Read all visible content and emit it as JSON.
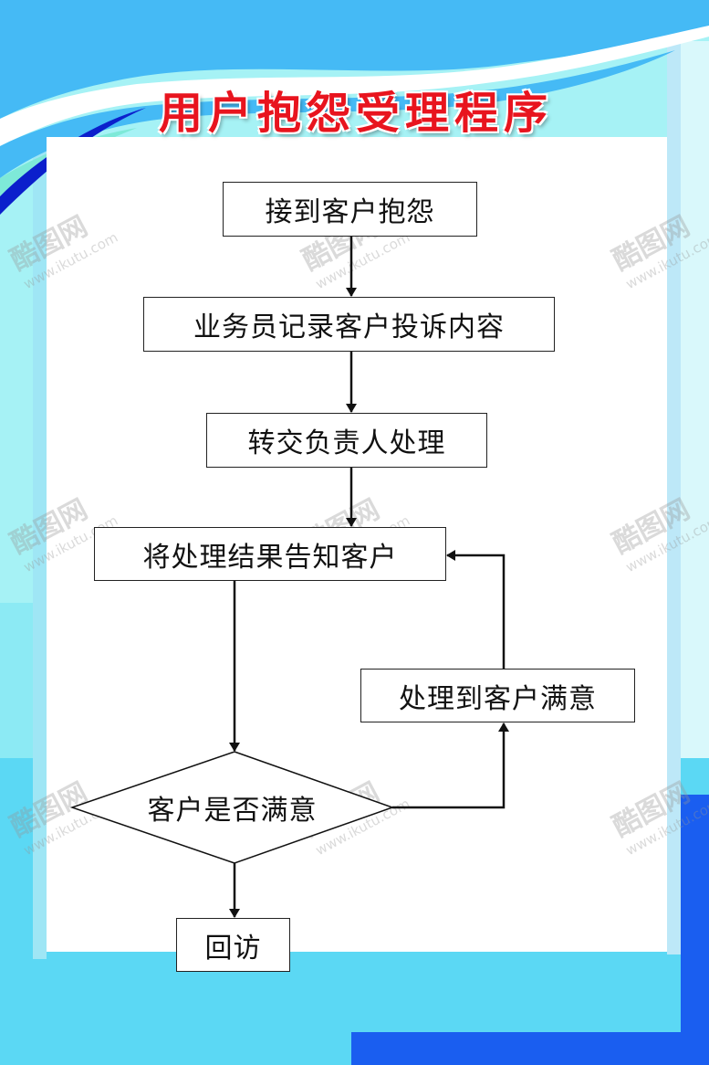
{
  "title": "用户抱怨受理程序",
  "colors": {
    "title_red": "#e8141e",
    "sky_blue": "#45baf5",
    "cyan": "#5bd8f4",
    "deep_blue": "#1a5ef0",
    "navy_arc": "#0b1fcc",
    "line": "#111111"
  },
  "flow": {
    "steps": [
      {
        "id": "s1",
        "label": "接到客户抱怨"
      },
      {
        "id": "s2",
        "label": "业务员记录客户投诉内容"
      },
      {
        "id": "s3",
        "label": "转交负责人处理"
      },
      {
        "id": "s4",
        "label": "将处理结果告知客户"
      },
      {
        "id": "s5",
        "label": "处理到客户满意"
      },
      {
        "id": "s6",
        "label": "回访"
      }
    ],
    "decision": {
      "id": "d1",
      "label": "客户是否满意"
    },
    "edges": [
      {
        "from": "s1",
        "to": "s2"
      },
      {
        "from": "s2",
        "to": "s3"
      },
      {
        "from": "s3",
        "to": "s4"
      },
      {
        "from": "s4",
        "to": "d1"
      },
      {
        "from": "d1",
        "to": "s5"
      },
      {
        "from": "s5",
        "to": "s4"
      },
      {
        "from": "d1",
        "to": "s6"
      }
    ]
  },
  "watermark": {
    "brand": "酷图网",
    "url": "www.ikutu.com"
  }
}
